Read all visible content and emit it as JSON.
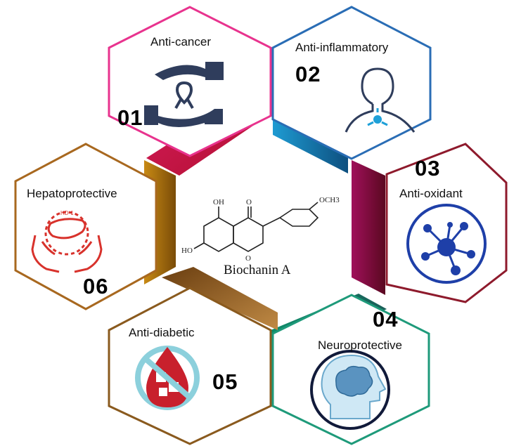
{
  "center": {
    "compound_name": "Biochanin A",
    "atom_labels": {
      "oh_top": "OH",
      "oh_left": "HO",
      "carbonyl_o": "O",
      "ring_o": "O",
      "methoxy": "OCH3"
    }
  },
  "activities": [
    {
      "number": "01",
      "label": "Anti-cancer",
      "color": "#e8338e",
      "icon": "hands-ribbon-icon"
    },
    {
      "number": "02",
      "label": "Anti-inflammatory",
      "color": "#2a6db5",
      "icon": "person-inflamed-throat-icon"
    },
    {
      "number": "03",
      "label": "Anti-oxidant",
      "color": "#8e1a2c",
      "icon": "molecule-network-icon"
    },
    {
      "number": "04",
      "label": "Neuroprotective",
      "color": "#1e9a7a",
      "icon": "head-brain-icon"
    },
    {
      "number": "05",
      "label": "Anti-diabetic",
      "color": "#8a5a1e",
      "icon": "blood-drop-sugar-icon"
    },
    {
      "number": "06",
      "label": "Hepatoprotective",
      "color": "#a8681f",
      "icon": "hands-liver-icon"
    }
  ],
  "liver_icon_text": "HD-1"
}
